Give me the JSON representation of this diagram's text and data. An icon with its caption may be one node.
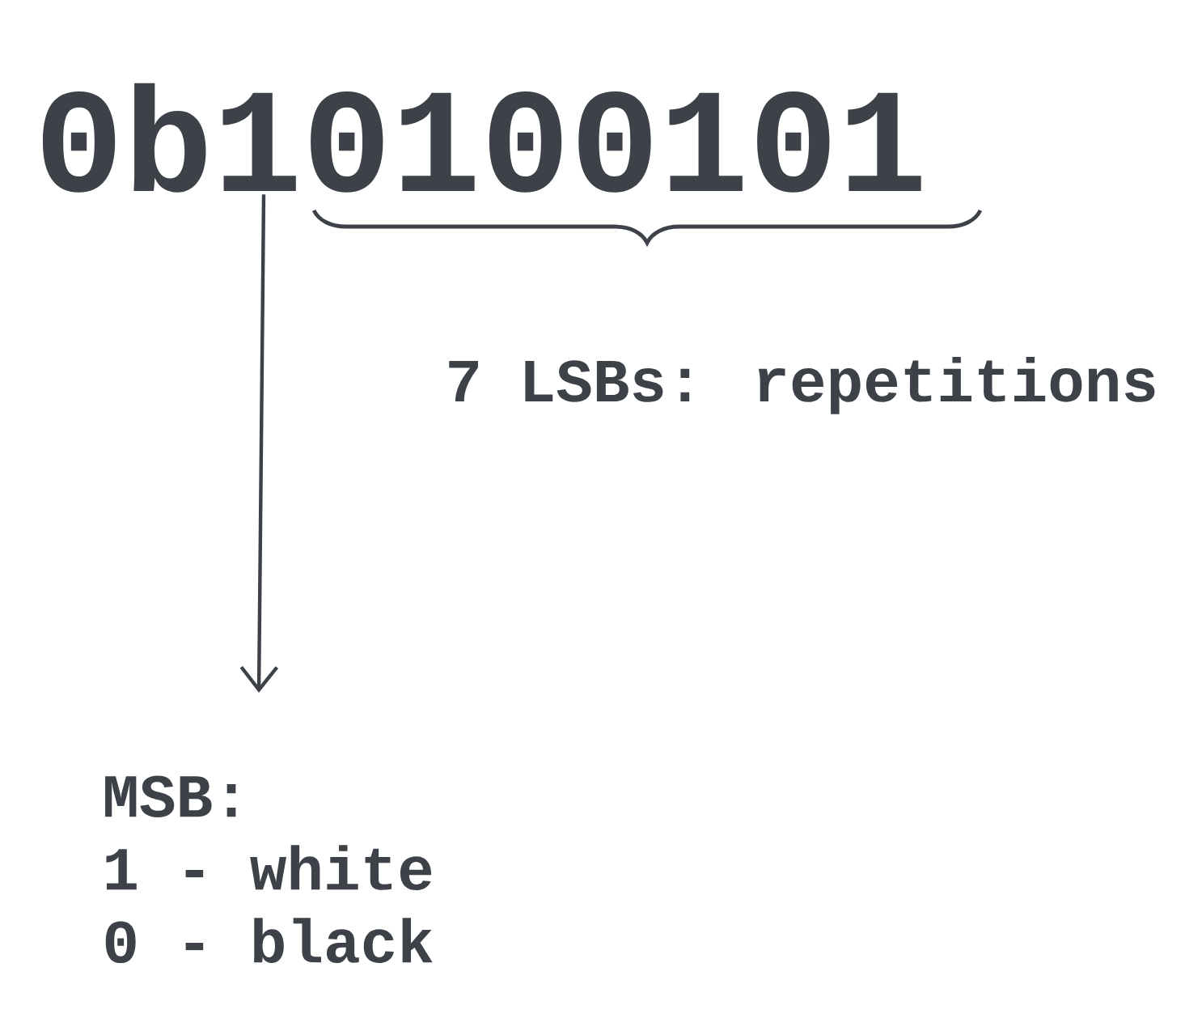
{
  "diagram": {
    "nodes": [
      {
        "text": [
          "0b10100101"
        ]
      },
      {
        "text": [
          "MSB:",
          "1 - white",
          "0 - black"
        ]
      }
    ],
    "edges": [
      {
        "from": 0,
        "to": 1,
        "arrow": "to"
      }
    ],
    "labels": [
      "7 LSBs: repetitions"
    ]
  }
}
